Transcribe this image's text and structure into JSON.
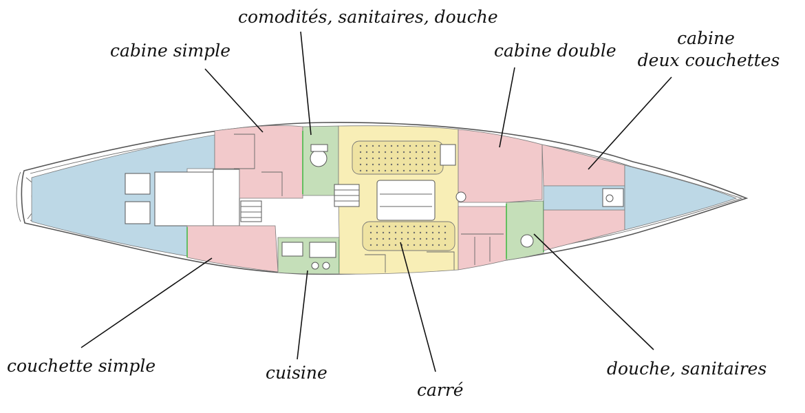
{
  "labels": {
    "cabine_simple_top": "cabine simple",
    "comodites": "comodités, sanitaires, douche",
    "cabine_double": "cabine double",
    "cabine_deux_line1": "cabine",
    "cabine_deux_line2": "deux couchettes",
    "couchette_simple": "couchette simple",
    "cuisine": "cuisine",
    "carre": "carré",
    "douche_sanitaires": "douche, sanitaires"
  },
  "colors": {
    "cabin": "#f2c9cb",
    "wet_area": "#c5dfb9",
    "saloon": "#f8eeb6",
    "storage": "#bdd8e6",
    "hull_outline": "#555555",
    "leader": "#111111"
  }
}
